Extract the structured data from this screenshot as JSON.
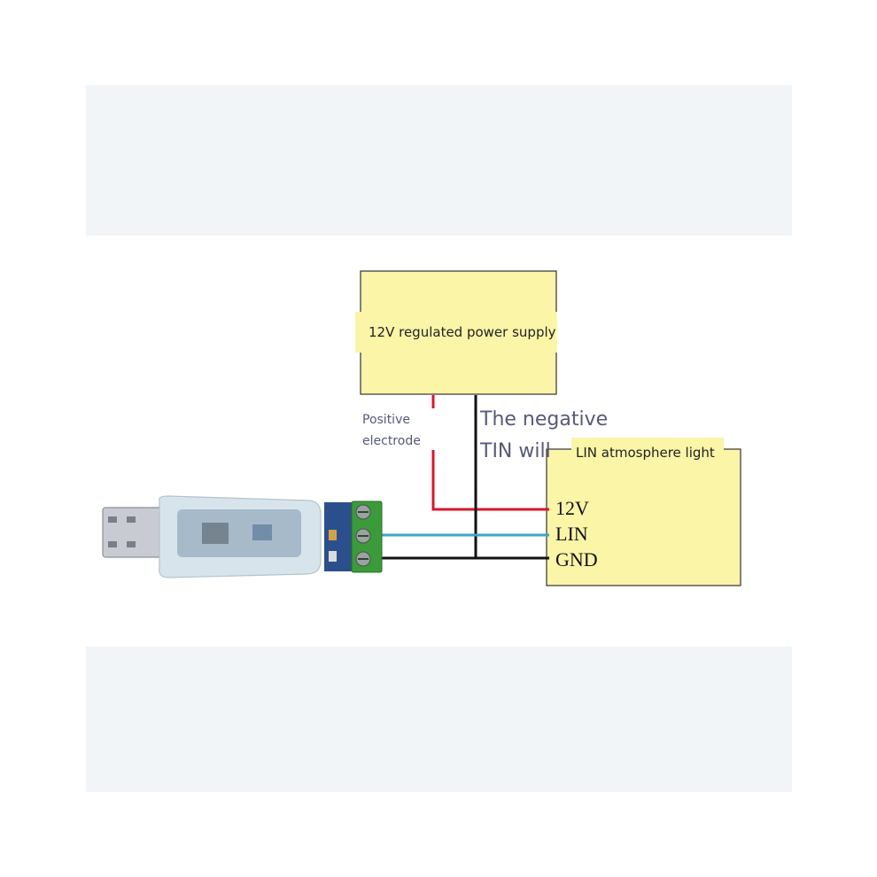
{
  "power_supply": {
    "title": "12V regulated power supply"
  },
  "wire_labels": {
    "positive": "Positive electrode",
    "negative": "The negative TIN will"
  },
  "lin_light": {
    "title": "LIN atmosphere light",
    "pins": [
      "12V",
      "LIN",
      "GND"
    ]
  },
  "colors": {
    "box_fill": "#fbf5a8",
    "positive_wire": "#d8172b",
    "lin_wire": "#3aa6c8",
    "ground_wire": "#111111",
    "terminal_green": "#3b9a3a",
    "pcb_blue": "#2b4f8c"
  }
}
